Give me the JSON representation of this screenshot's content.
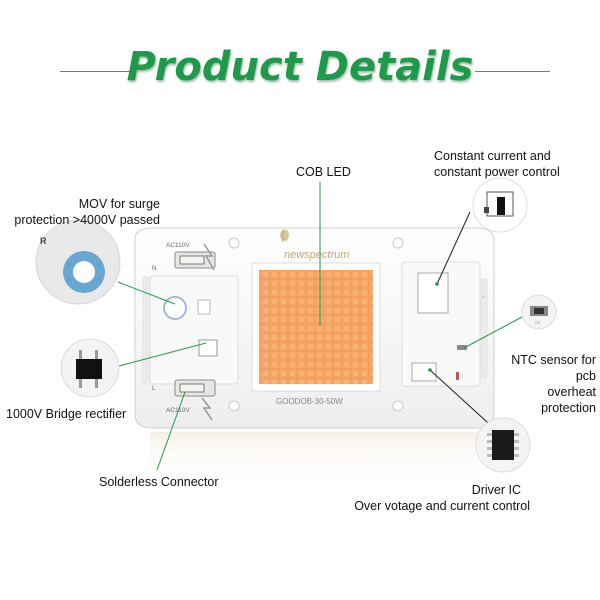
{
  "title": "Product Details",
  "colors": {
    "accent": "#1f9a4a",
    "led": "#f5a463",
    "board": "#f7f7f7"
  },
  "board": {
    "brand": "newspectrum",
    "model": "GOODOB-30-50W",
    "ac_top": "AC110V",
    "ac_bottom": "AC110V"
  },
  "labels": {
    "cob_led": "COB LED",
    "constant_current_1": "Constant current and",
    "constant_current_2": "constant power control",
    "mov_1": "MOV for surge",
    "mov_2": "protection >4000V passed",
    "ntc_1": "NTC sensor for pcb",
    "ntc_2": "overheat protection",
    "bridge": "1000V Bridge rectifier",
    "solderless": "Solderless Connector",
    "driver_1": "Driver IC",
    "driver_2": "Over votage and current control"
  }
}
